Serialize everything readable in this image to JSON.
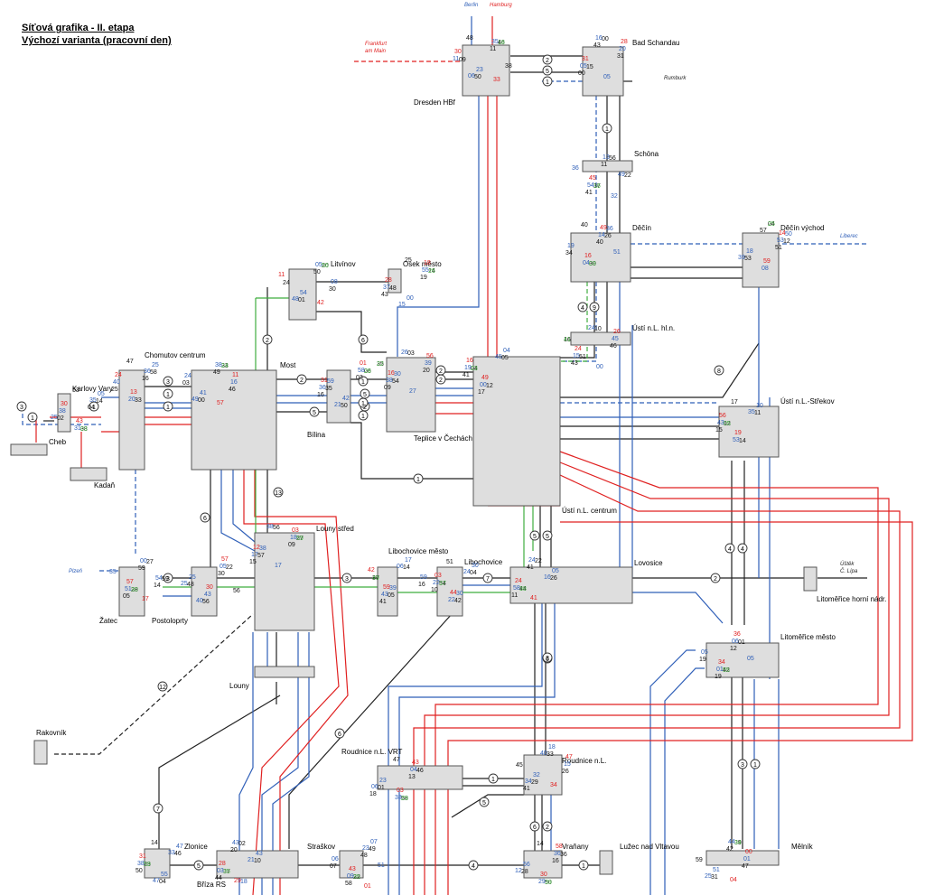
{
  "header": {
    "title_line1": "Síťová grafika - II. etapa",
    "title_line2": "Výchozí varianta (pracovní den)"
  },
  "colors": {
    "black": "#222222",
    "blue": "#2f5fb8",
    "red": "#e02020",
    "green": "#3fae3f",
    "node_fill": "#dedede"
  },
  "stations": [
    {
      "id": "dresden",
      "label": "Dresden HBf"
    },
    {
      "id": "schandau",
      "label": "Bad Schandau"
    },
    {
      "id": "schona",
      "label": "Schöna"
    },
    {
      "id": "decin",
      "label": "Děčín"
    },
    {
      "id": "decin_vychod",
      "label": "Děčín východ"
    },
    {
      "id": "litvinov",
      "label": "Litvínov"
    },
    {
      "id": "osek",
      "label": "Osek město"
    },
    {
      "id": "usti_hl",
      "label": "Ústí n.L. hl.n."
    },
    {
      "id": "chomutov",
      "label": "Chomutov centrum"
    },
    {
      "id": "karlovy",
      "label": "Karlovy Vary"
    },
    {
      "id": "cheb",
      "label": "Cheb"
    },
    {
      "id": "kadan",
      "label": "Kadaň"
    },
    {
      "id": "most",
      "label": "Most"
    },
    {
      "id": "bilina",
      "label": "Bílina"
    },
    {
      "id": "teplice",
      "label": "Teplice v Čechách"
    },
    {
      "id": "usti_centrum",
      "label": "Ústí n.L. centrum"
    },
    {
      "id": "usti_strekov",
      "label": "Ústí n.L.-Střekov"
    },
    {
      "id": "zatec",
      "label": "Žatec"
    },
    {
      "id": "postoloprty",
      "label": "Postoloprty"
    },
    {
      "id": "louny_stred",
      "label": "Louny střed"
    },
    {
      "id": "louny",
      "label": "Louny"
    },
    {
      "id": "libochovice_mesto",
      "label": "Libochovice město"
    },
    {
      "id": "libochovice",
      "label": "Libochovice"
    },
    {
      "id": "lovosice",
      "label": "Lovosice"
    },
    {
      "id": "litomerice_horni",
      "label": "Litoměřice horní nádr."
    },
    {
      "id": "litomerice_mesto",
      "label": "Litoměřice město"
    },
    {
      "id": "rakovnik",
      "label": "Rakovník"
    },
    {
      "id": "roudnice_vrt",
      "label": "Roudnice n.L. VRT"
    },
    {
      "id": "roudnice",
      "label": "Roudnice n.L."
    },
    {
      "id": "zlonice",
      "label": "Zlonice"
    },
    {
      "id": "briza",
      "label": "Bříza RS"
    },
    {
      "id": "straskov",
      "label": "Straškov"
    },
    {
      "id": "vranany",
      "label": "Vraňany"
    },
    {
      "id": "luzec",
      "label": "Lužec nad Vltavou"
    },
    {
      "id": "melnik",
      "label": "Mělník"
    }
  ],
  "external_labels": [
    {
      "id": "berlin",
      "label": "Berlin"
    },
    {
      "id": "hamburg",
      "label": "Hamburg"
    },
    {
      "id": "frankfurt1",
      "label": "Frankfurt"
    },
    {
      "id": "frankfurt2",
      "label": "am Main"
    },
    {
      "id": "rumburk",
      "label": "Rumburk"
    },
    {
      "id": "liberec",
      "label": "Liberec"
    },
    {
      "id": "plzen",
      "label": "Plzeň"
    },
    {
      "id": "ustek1",
      "label": "Úštěk"
    },
    {
      "id": "ustek2",
      "label": "Č. Lípa"
    }
  ],
  "interval_circles": [
    "3",
    "1",
    "1",
    "3",
    "1",
    "1",
    "2",
    "2",
    "5",
    "5",
    "2",
    "6",
    "4",
    "9",
    "8",
    "2",
    "2",
    "1",
    "1",
    "1",
    "1",
    "2",
    "1",
    "13",
    "6",
    "3",
    "3",
    "7",
    "5",
    "5",
    "5",
    "2",
    "6",
    "2",
    "4",
    "4",
    "12",
    "6",
    "1",
    "5",
    "6",
    "3",
    "1",
    "3",
    "1",
    "7",
    "5",
    "4",
    "1"
  ],
  "minute_labels": {
    "black": [
      "28",
      "58",
      "46",
      "16",
      "12",
      "42",
      "39",
      "14",
      "04",
      "44",
      "50",
      "20",
      "35",
      "54",
      "22",
      "04",
      "06",
      "37",
      "37",
      "30",
      "33",
      "27",
      "23",
      "37",
      "38",
      "22",
      "45",
      "15",
      "33",
      "27",
      "46",
      "09",
      "51",
      "14",
      "01",
      "59",
      "48",
      "12",
      "22",
      "36",
      "24",
      "54",
      "42",
      "49",
      "12",
      "35",
      "05",
      "02",
      "26",
      "03",
      "57",
      "04",
      "56",
      "14",
      "48",
      "29",
      "00",
      "58",
      "59",
      "01",
      "50",
      "10",
      "11",
      "19",
      "31",
      "25",
      "05",
      "26",
      "28",
      "01",
      "03",
      "04",
      "07",
      "53",
      "50",
      "14",
      "10",
      "34",
      "00",
      "56",
      "46",
      "22",
      "02",
      "56",
      "33",
      "31",
      "25",
      "05",
      "47",
      "11",
      "46",
      "15",
      "19",
      "42",
      "19",
      "41",
      "11",
      "14",
      "50",
      "20",
      "10",
      "58",
      "57",
      "03",
      "16",
      "44",
      "40",
      "49",
      "09",
      "50",
      "41",
      "53",
      "30",
      "26",
      "00",
      "47",
      "59",
      "13",
      "38",
      "43",
      "17",
      "12",
      "47",
      "43",
      "17",
      "41",
      "16",
      "30",
      "09",
      "51",
      "48",
      "51",
      "16",
      "41",
      "20",
      "40",
      "46",
      "15",
      "14",
      "11",
      "04",
      "56",
      "41",
      "43",
      "16",
      "14",
      "18",
      "48"
    ],
    "blue": [
      "30",
      "30",
      "07",
      "50",
      "59",
      "39",
      "18",
      "36",
      "24",
      "38",
      "55",
      "32",
      "05",
      "25",
      "32",
      "05",
      "25",
      "35",
      "23",
      "23",
      "00",
      "10",
      "05",
      "51",
      "00",
      "04",
      "05",
      "56",
      "54",
      "27",
      "30",
      "06",
      "18",
      "42",
      "17",
      "43",
      "19",
      "41",
      "17",
      "47",
      "36",
      "38",
      "43",
      "18",
      "20",
      "40",
      "51",
      "38",
      "35",
      "45",
      "43",
      "01",
      "44",
      "55",
      "19",
      "58",
      "29",
      "05",
      "39",
      "22",
      "09",
      "08",
      "58",
      "59",
      "03",
      "04",
      "38",
      "18",
      "38",
      "54",
      "31",
      "05",
      "15",
      "05",
      "20",
      "00",
      "04",
      "11",
      "15",
      "53",
      "06",
      "01",
      "37",
      "00",
      "24",
      "36",
      "08",
      "38",
      "22",
      "23",
      "53",
      "36",
      "43",
      "43",
      "14",
      "16",
      "17",
      "47",
      "13",
      "35",
      "25",
      "34",
      "16",
      "36",
      "54",
      "06",
      "06",
      "24",
      "35",
      "05",
      "25",
      "15",
      "45",
      "16",
      "12",
      "48",
      "26",
      "24",
      "51",
      "39",
      "21",
      "06",
      "21",
      "51",
      "49",
      "38",
      "33",
      "49",
      "25",
      "40",
      "40"
    ],
    "red": [
      "30",
      "30",
      "34",
      "28",
      "24",
      "57",
      "03",
      "33",
      "26",
      "56",
      "34",
      "04",
      "18",
      "16",
      "24",
      "30",
      "42",
      "56",
      "03",
      "43",
      "59",
      "01",
      "42",
      "28",
      "16",
      "57",
      "03",
      "31",
      "45",
      "43",
      "57",
      "47",
      "31",
      "13",
      "17",
      "43",
      "30",
      "24",
      "19",
      "36",
      "00",
      "28",
      "49",
      "41",
      "58",
      "11",
      "16",
      "44",
      "01",
      "14",
      "31",
      "59",
      "29",
      "49",
      "11",
      "12"
    ],
    "green": [
      "30",
      "29",
      "18",
      "41",
      "05",
      "55",
      "34",
      "26",
      "23",
      "38",
      "39",
      "56",
      "22",
      "37",
      "35",
      "25",
      "28",
      "49",
      "35",
      "03",
      "24",
      "59",
      "59",
      "16",
      "03"
    ]
  }
}
